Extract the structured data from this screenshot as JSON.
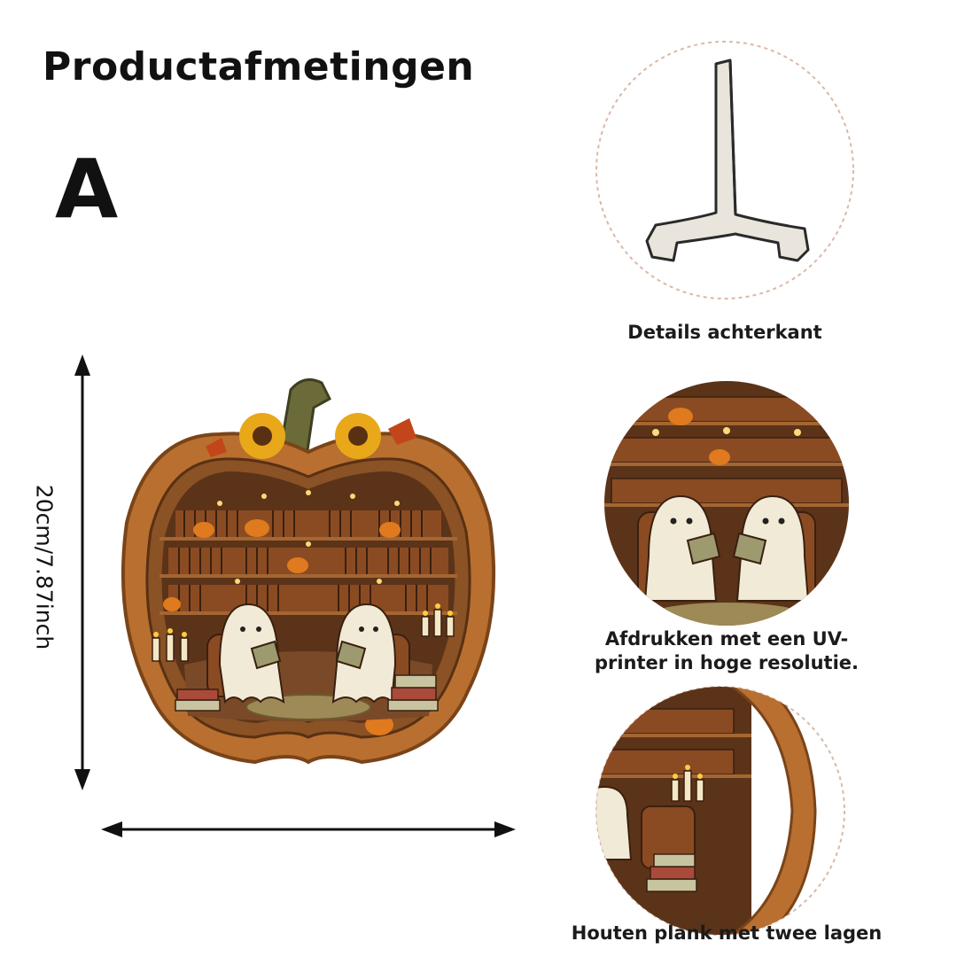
{
  "title": "Productafmetingen",
  "variant": "A",
  "dimension_label": "20cm/7.87inch",
  "details": [
    {
      "caption": "Details achterkant"
    },
    {
      "caption_line1": "Afdrukken met een UV-",
      "caption_line2": "printer in hoge resolutie."
    },
    {
      "caption": "Houten plank met twee lagen"
    }
  ],
  "colors": {
    "wood": "#b86f30",
    "wood_dark": "#7a4418",
    "shelf_bg": "#5b3319",
    "book_spine": "#8a4b22",
    "ghost": "#f1ead6",
    "sunflower": "#e8a81a",
    "stem": "#6b6b3a",
    "pumpkin": "#e07a1e",
    "dashed": "#d9b9a7"
  }
}
